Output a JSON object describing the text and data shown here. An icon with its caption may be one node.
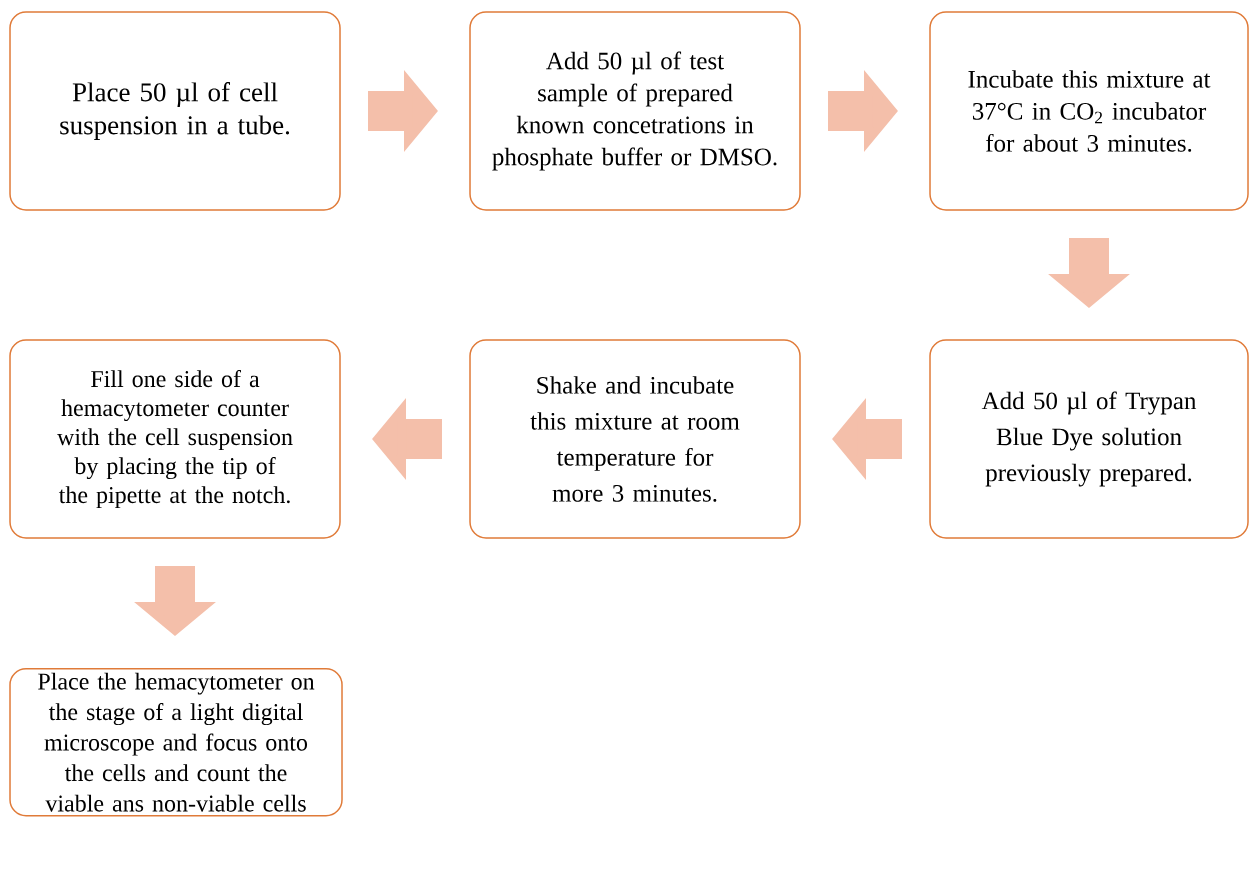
{
  "diagram": {
    "nodes": [
      {
        "text": [
          "Place 50 µl of cell suspension in a tube."
        ]
      },
      {
        "text": [
          "Add 50 µl of test sample of prepared known concetrations in phosphate buffer or DMSO."
        ]
      },
      {
        "text": [
          "Incubate this mixture at 37°C in CO$_{2}$ incubator for about 3 minutes."
        ]
      },
      {
        "text": [
          "Add 50 µl of Trypan Blue Dye solution previously prepared."
        ]
      },
      {
        "text": [
          "Shake and incubate this mixture at room temperature for more 3 minutes."
        ]
      },
      {
        "text": [
          "Fill one side of a hemacytometer counter with the cell suspension by placing the tip of the pipette at the notch."
        ]
      },
      {
        "text": [
          "Place the hemacytometer on the stage of a light digital microscope and focus onto the cells and count the viable ans non-viable cells"
        ]
      }
    ],
    "edges": [
      {
        "from": 0,
        "to": 1,
        "arrow": "to"
      },
      {
        "from": 1,
        "to": 2,
        "arrow": "to"
      },
      {
        "from": 2,
        "to": 3,
        "arrow": "to"
      },
      {
        "from": 3,
        "to": 4,
        "arrow": "to"
      },
      {
        "from": 4,
        "to": 5,
        "arrow": "to"
      },
      {
        "from": 5,
        "to": 6,
        "arrow": "to"
      }
    ]
  }
}
